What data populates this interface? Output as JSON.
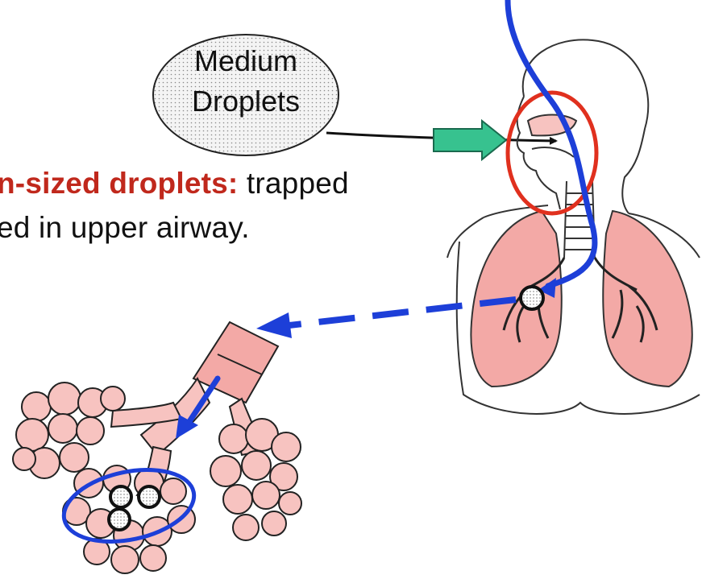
{
  "bubble": {
    "line1": "Medium",
    "line2": "Droplets"
  },
  "caption": {
    "line1_highlight": "n-sized droplets:",
    "line1_rest": " trapped",
    "line2": "ed in upper airway."
  },
  "colors": {
    "highlight_red": "#c0281c",
    "path_blue": "#1d3fd8",
    "circle_red": "#e0301e",
    "lung_pink": "#f3a9a6",
    "arrow_green": "#37c28f"
  },
  "icons": {
    "inhale_arrow": "green-block-arrow-icon",
    "droplet": "dotted-droplet-icon"
  }
}
